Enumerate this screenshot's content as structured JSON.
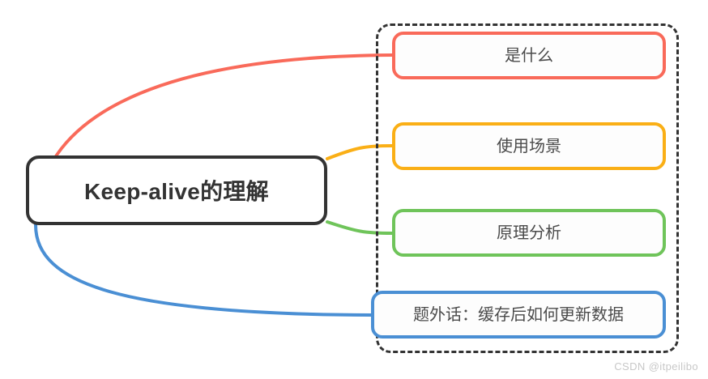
{
  "diagram": {
    "type": "mindmap",
    "title": "Keep-alive的理解",
    "background_color": "#ffffff",
    "root": {
      "label": "Keep-alive的理解",
      "border_color": "#333333",
      "text_color": "#333333"
    },
    "group": {
      "border_style": "dashed",
      "border_color": "#333333"
    },
    "branches": [
      {
        "label": "是什么",
        "color": "#f96a5a",
        "connector_color": "#f96a5a"
      },
      {
        "label": "使用场景",
        "color": "#faaf16",
        "connector_color": "#faaf16"
      },
      {
        "label": "原理分析",
        "color": "#6fc45a",
        "connector_color": "#6fc45a"
      },
      {
        "label": "题外话：缓存后如何更新数据",
        "color": "#4a8fd4",
        "connector_color": "#4a8fd4"
      }
    ],
    "watermark": "CSDN @itpeilibo"
  }
}
